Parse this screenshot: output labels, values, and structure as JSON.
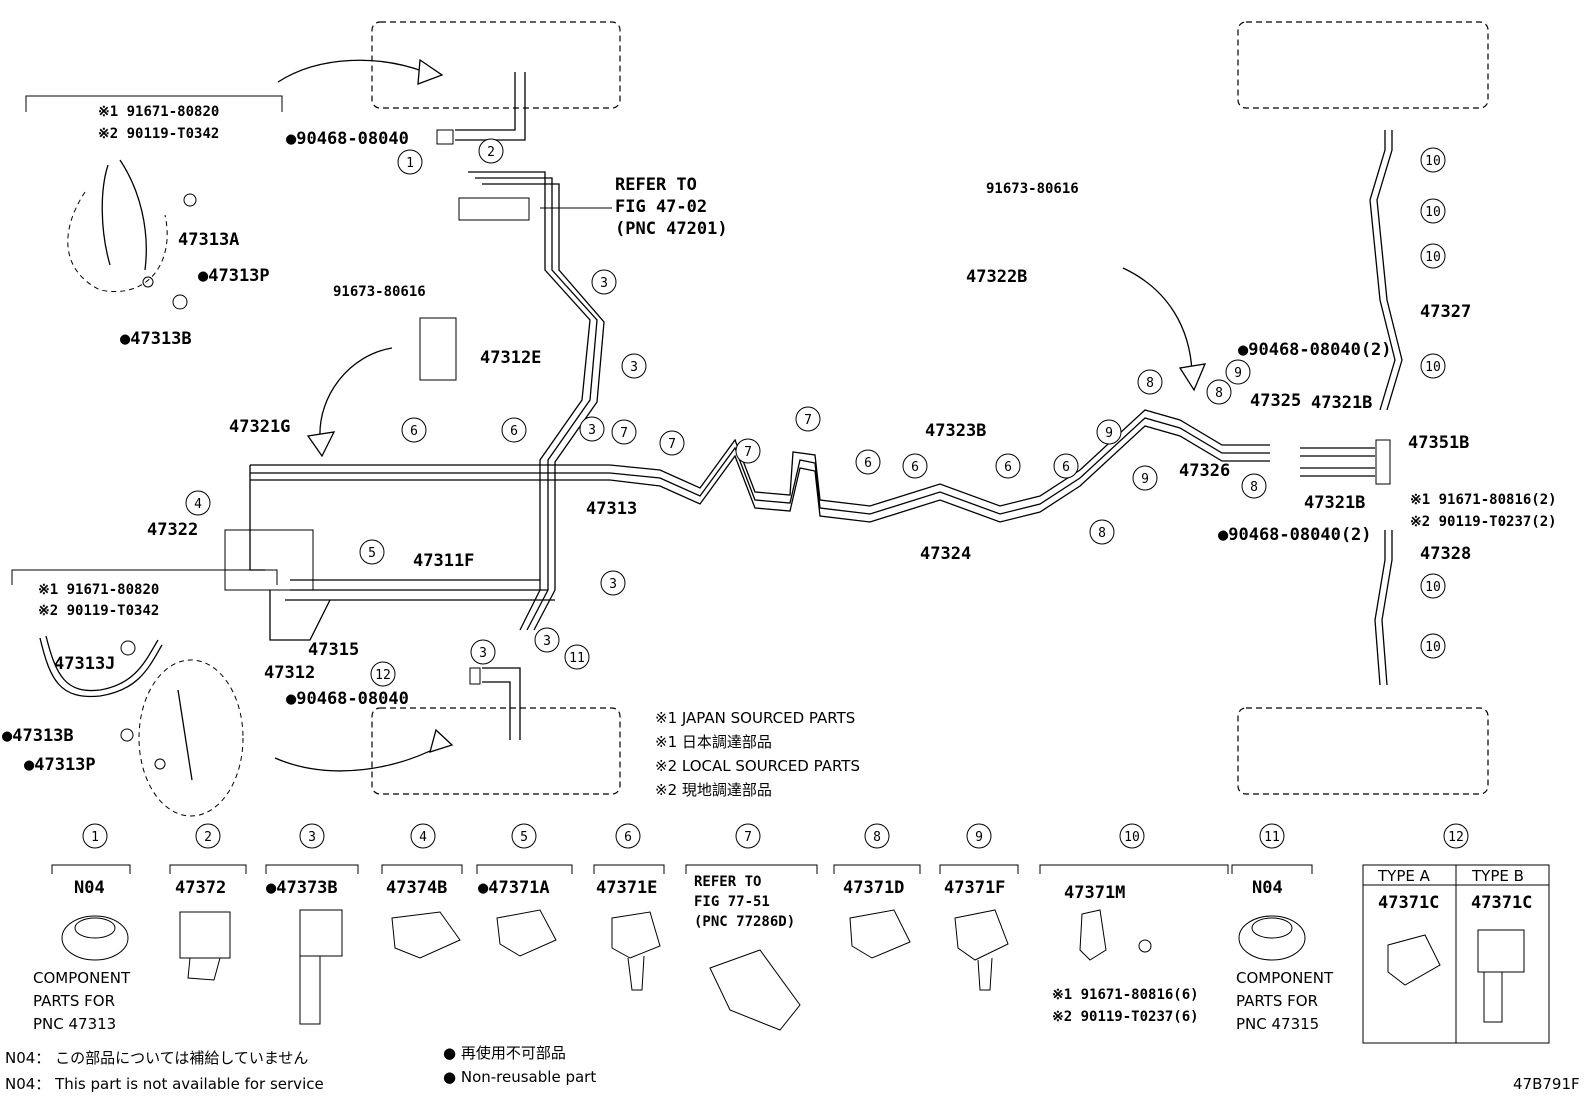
{
  "top_left": {
    "note1": "※1 91671-80820",
    "note2": "※2 90119-T0342",
    "p47313A": "47313A",
    "p47313P": "●47313P",
    "p47313B": "●47313B"
  },
  "top_center": {
    "p90468_top": "●90468-08040",
    "refer_1": "REFER TO",
    "refer_2": "FIG 47-02",
    "refer_3": "(PNC 47201)",
    "p91673_left": "91673-80616",
    "p47312E": "47312E"
  },
  "main_labels": {
    "p47321G": "47321G",
    "p47322": "47322",
    "p47313": "47313",
    "p47311F": "47311F",
    "p47315": "47315",
    "p47312": "47312",
    "p90468_bottom": "●90468-08040",
    "p47323B": "47323B",
    "p47324": "47324",
    "p91673_right": "91673-80616",
    "p47322B": "47322B",
    "p90468_r1": "●90468-08040(2)",
    "p47325": "47325",
    "p47321B_top": "47321B",
    "p47326": "47326",
    "p47351B": "47351B",
    "p47321B_bot": "47321B",
    "r_note1": "※1 91671-80816(2)",
    "r_note2": "※2 90119-T0237(2)",
    "p90468_r2": "●90468-08040(2)",
    "p47327": "47327",
    "p47328": "47328"
  },
  "bottom_left": {
    "note1": "※1 91671-80820",
    "note2": "※2 90119-T0342",
    "p47313J": "47313J",
    "p47313B": "●47313B",
    "p47313P": "●47313P"
  },
  "legend": {
    "l1": "※1 JAPAN SOURCED PARTS",
    "l2": "※1 日本調達部品",
    "l3": "※2 LOCAL SOURCED PARTS",
    "l4": "※2 現地調達部品"
  },
  "clips": [
    {
      "num": "1",
      "part": "N04",
      "extra": [
        "COMPONENT",
        "PARTS FOR",
        "PNC 47313"
      ]
    },
    {
      "num": "2",
      "part": "47372"
    },
    {
      "num": "3",
      "part": "●47373B"
    },
    {
      "num": "4",
      "part": "47374B"
    },
    {
      "num": "5",
      "part": "●47371A"
    },
    {
      "num": "6",
      "part": "47371E"
    },
    {
      "num": "7",
      "part": "",
      "extra": [
        "REFER TO",
        "FIG 77-51",
        "(PNC 77286D)"
      ]
    },
    {
      "num": "8",
      "part": "47371D"
    },
    {
      "num": "9",
      "part": "47371F"
    },
    {
      "num": "10",
      "part": "47371M",
      "extra": [
        "※1 91671-80816(6)",
        "※2 90119-T0237(6)"
      ]
    },
    {
      "num": "11",
      "part": "N04",
      "extra": [
        "COMPONENT",
        "PARTS FOR",
        "PNC 47315"
      ]
    },
    {
      "num": "12",
      "typeA": "TYPE A",
      "typeB": "TYPE B",
      "partA": "47371C",
      "partB": "47371C"
    }
  ],
  "footer": {
    "n04_jp": "N04： この部品については補給していません",
    "n04_en": "N04： This part is not available for service",
    "dot_jp": "● 再使用不可部品",
    "dot_en": "● Non-reusable part",
    "fig_code": "47B791F"
  }
}
